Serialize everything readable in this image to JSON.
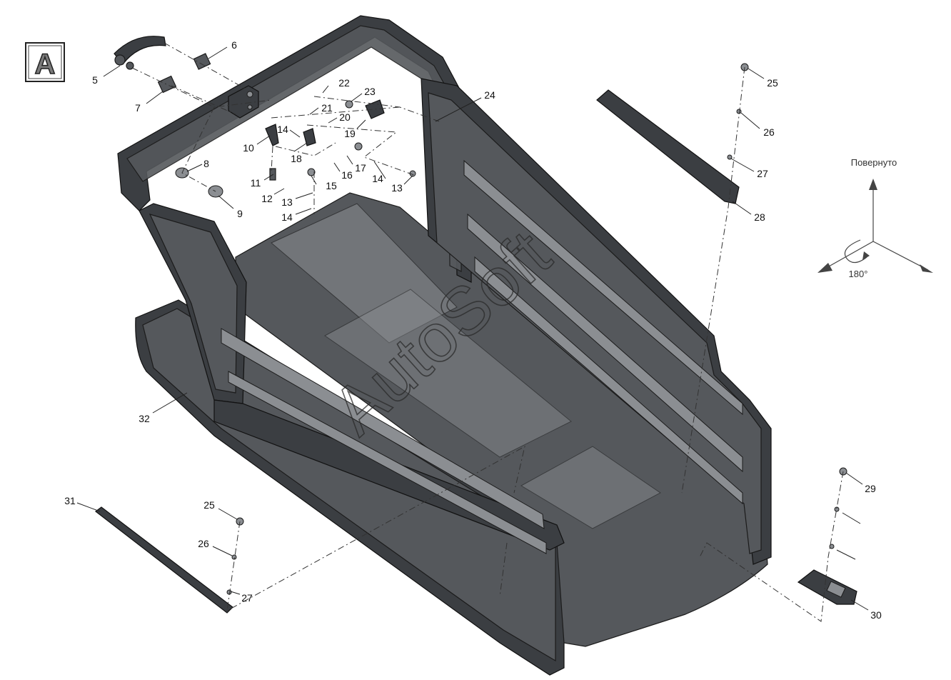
{
  "view": {
    "label": "A",
    "rotation_caption": "Повернуто",
    "rotation_angle": "180°"
  },
  "watermark": "AutoSoft",
  "callouts": [
    {
      "id": "c5",
      "label": "5"
    },
    {
      "id": "c6",
      "label": "6"
    },
    {
      "id": "c7",
      "label": "7"
    },
    {
      "id": "c8",
      "label": "8"
    },
    {
      "id": "c9",
      "label": "9"
    },
    {
      "id": "c10",
      "label": "10"
    },
    {
      "id": "c11",
      "label": "11"
    },
    {
      "id": "c12",
      "label": "12"
    },
    {
      "id": "c13a",
      "label": "13"
    },
    {
      "id": "c13b",
      "label": "13"
    },
    {
      "id": "c14a",
      "label": "14"
    },
    {
      "id": "c14b",
      "label": "14"
    },
    {
      "id": "c14c",
      "label": "14"
    },
    {
      "id": "c15",
      "label": "15"
    },
    {
      "id": "c16",
      "label": "16"
    },
    {
      "id": "c17",
      "label": "17"
    },
    {
      "id": "c18",
      "label": "18"
    },
    {
      "id": "c19",
      "label": "19"
    },
    {
      "id": "c20",
      "label": "20"
    },
    {
      "id": "c21",
      "label": "21"
    },
    {
      "id": "c22",
      "label": "22"
    },
    {
      "id": "c23",
      "label": "23"
    },
    {
      "id": "c24",
      "label": "24"
    },
    {
      "id": "c25a",
      "label": "25"
    },
    {
      "id": "c26a",
      "label": "26"
    },
    {
      "id": "c27a",
      "label": "27"
    },
    {
      "id": "c28",
      "label": "28"
    },
    {
      "id": "c25b",
      "label": "25"
    },
    {
      "id": "c26b",
      "label": "26"
    },
    {
      "id": "c27b",
      "label": "27"
    },
    {
      "id": "c29",
      "label": "29"
    },
    {
      "id": "c30",
      "label": "30"
    },
    {
      "id": "c31",
      "label": "31"
    },
    {
      "id": "c32",
      "label": "32"
    }
  ]
}
